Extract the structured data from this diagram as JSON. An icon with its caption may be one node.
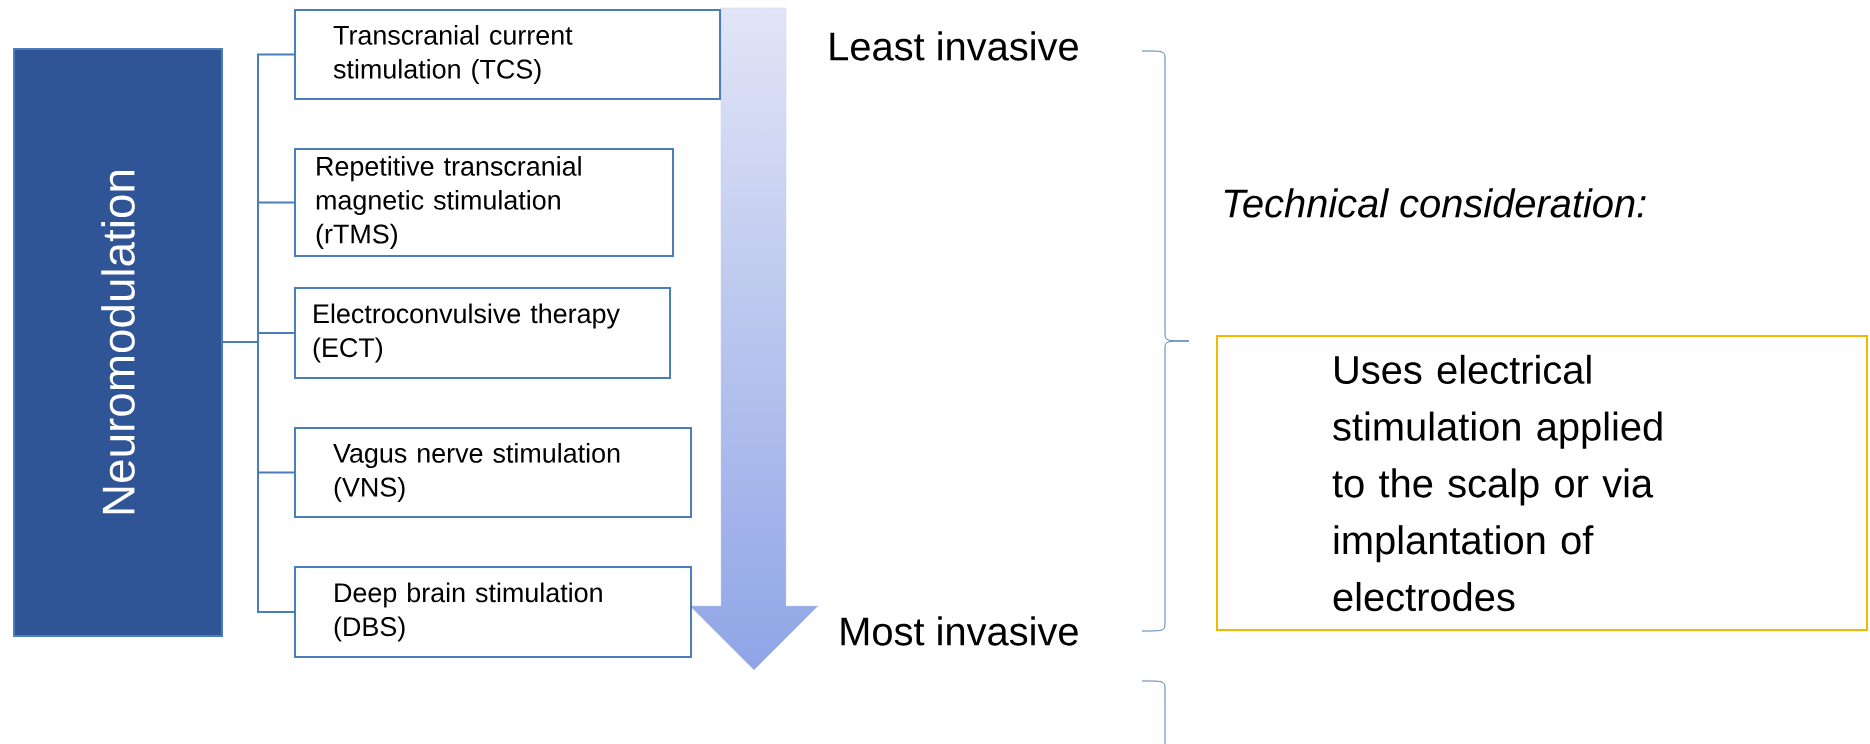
{
  "diagram": {
    "nodes": [
      {
        "text": [
          "Neuromodulation"
        ]
      },
      {
        "text": [
          "Transcranial current stimulation (TCS)"
        ]
      },
      {
        "text": [
          "Repetitive transcranial magnetic stimulation (rTMS)"
        ]
      },
      {
        "text": [
          "Electroconvulsive therapy (ECT)"
        ]
      },
      {
        "text": [
          "Vagus nerve stimulation  (VNS)"
        ]
      },
      {
        "text": [
          "Deep brain stimulation  (DBS)"
        ]
      },
      {
        "text": [
          "Uses electrical stimulation  applied to the scalp or via implantation of electrodes"
        ]
      }
    ],
    "edges": [
      {
        "from": 0,
        "to": 1,
        "arrow": "none"
      },
      {
        "from": 0,
        "to": 2,
        "arrow": "none"
      },
      {
        "from": 0,
        "to": 3,
        "arrow": "none"
      },
      {
        "from": 0,
        "to": 4,
        "arrow": "none"
      },
      {
        "from": 0,
        "to": 5,
        "arrow": "none"
      }
    ],
    "labels": [
      "Least invasive",
      "Technical consideration:",
      "Most invasive"
    ]
  }
}
